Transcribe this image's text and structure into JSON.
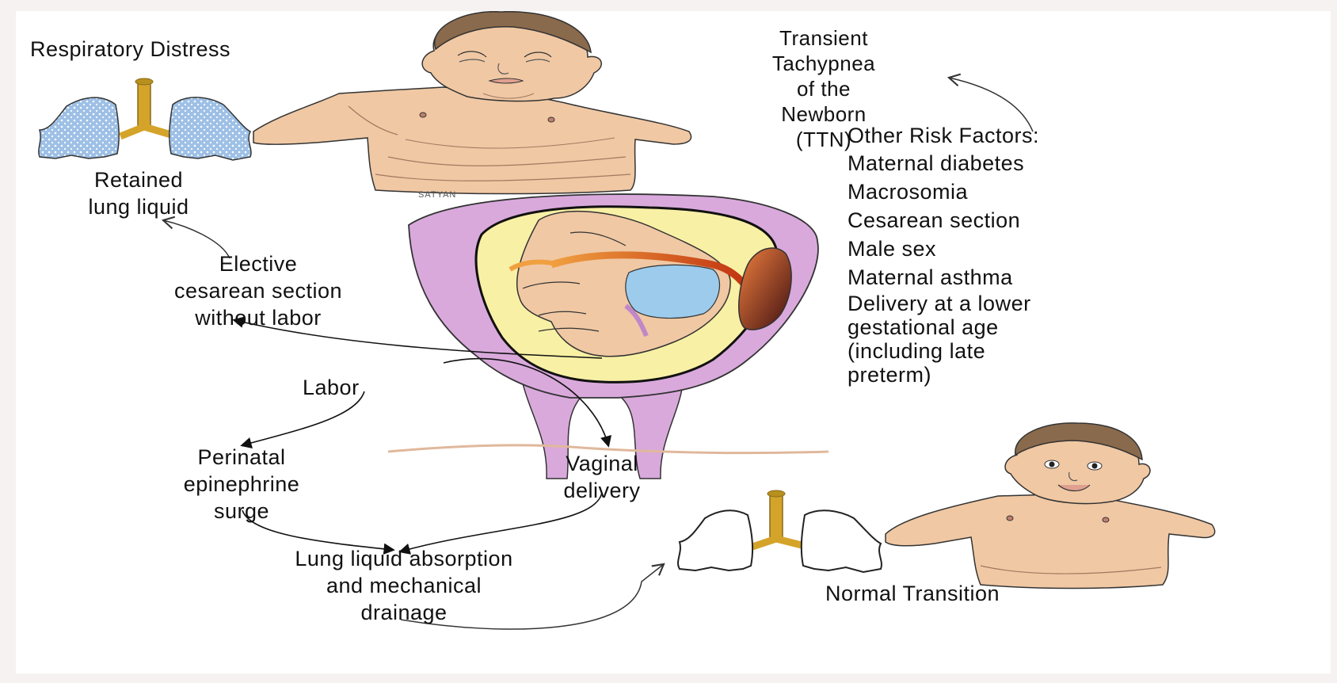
{
  "labels": {
    "respiratory_distress": "Respiratory Distress",
    "ttn": [
      "Transient",
      "Tachypnea",
      "of the",
      "Newborn",
      "(TTN)"
    ],
    "risk_title": "Other Risk Factors:",
    "risk_factors": [
      "Maternal diabetes",
      "Macrosomia",
      "Cesarean section",
      "Male sex",
      "Maternal asthma",
      "Delivery at a lower",
      "gestational age",
      "(including late",
      "preterm)"
    ],
    "retained": [
      "Retained",
      "lung liquid"
    ],
    "elective": [
      "Elective",
      "cesarean section",
      "without labor"
    ],
    "labor": "Labor",
    "perinatal": [
      "Perinatal",
      "epinephrine",
      "surge"
    ],
    "vaginal": [
      "Vaginal",
      "delivery"
    ],
    "absorption": [
      "Lung liquid absorption",
      "and mechanical",
      "drainage"
    ],
    "normal": "Normal Transition",
    "signature": "SATYAN"
  },
  "colors": {
    "skin": "#f0c8a4",
    "hair": "#8a6a4c",
    "lung_fill": "#aac8e8",
    "trachea": "#d4a42a",
    "uterus": "#d9a9dc",
    "amniotic": "#f8f0a4",
    "placenta": "#d85c20"
  }
}
